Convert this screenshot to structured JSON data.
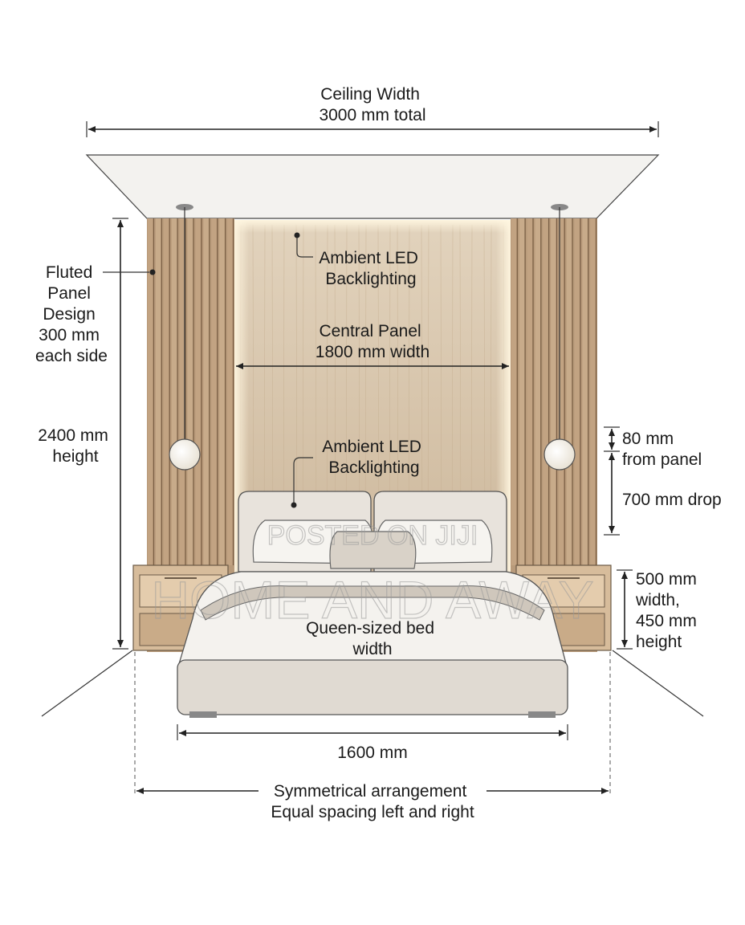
{
  "labels": {
    "ceiling_width": [
      "Ceiling Width",
      "3000 mm total"
    ],
    "fluted_panel": [
      "Fluted",
      "Panel",
      "Design",
      "300 mm",
      "each side"
    ],
    "height": [
      "2400 mm",
      "height"
    ],
    "ambient_led_top": [
      "Ambient LED",
      "Backlighting"
    ],
    "central_panel": [
      "Central Panel",
      "1800 mm width"
    ],
    "ambient_led_mid": [
      "Ambient LED",
      "Backlighting"
    ],
    "pendant_offset": [
      "80 mm",
      "from panel"
    ],
    "pendant_drop": "700 mm drop",
    "nightstand": [
      "500 mm",
      "width,",
      "450 mm",
      "height"
    ],
    "bed_label": [
      "Queen-sized bed",
      "width"
    ],
    "bed_width": "1600 mm",
    "symmetry": [
      "Symmetrical arrangement",
      "Equal spacing left and right"
    ]
  },
  "watermarks": {
    "top": "POSTED ON JIJI",
    "main": "HOME AND AWAY"
  },
  "colors": {
    "ceiling": "#f3f2ef",
    "central_panel": "#d9c7ad",
    "fluted_panel": "#b89a7a",
    "headboard": "#e8e3dc",
    "bed_frame": "#e0dad2",
    "nightstand": "#d7bc9b",
    "led_glow": "#fff3d6",
    "line": "#222222"
  }
}
